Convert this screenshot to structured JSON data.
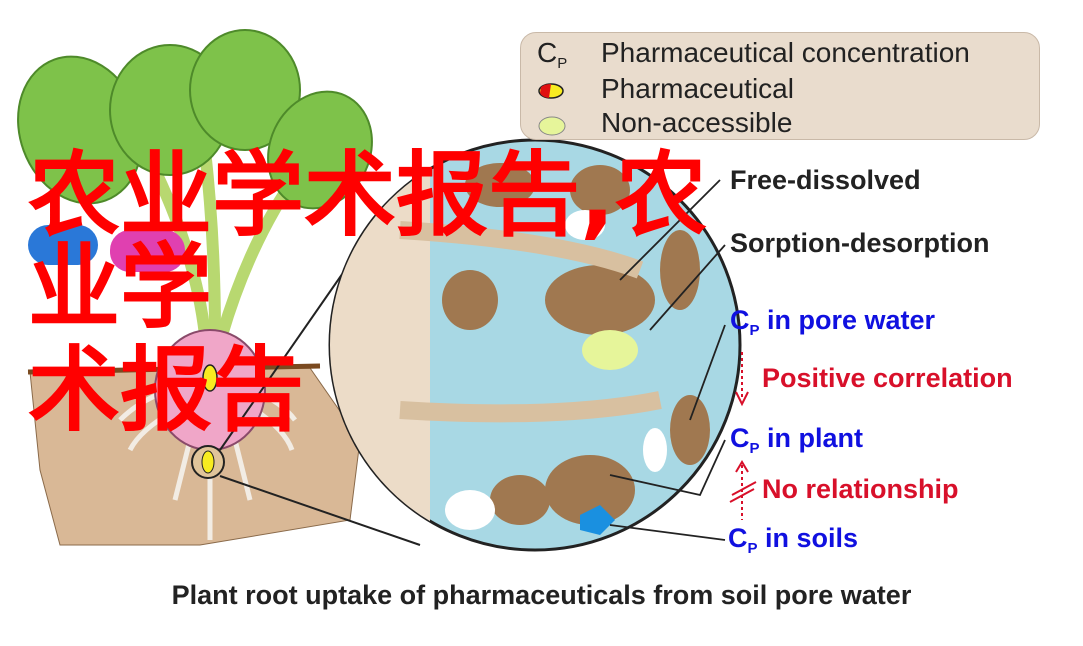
{
  "legend": {
    "items": [
      {
        "symbol": "C",
        "symbol_sub": "P",
        "label": "Pharmaceutical concentration"
      },
      {
        "symbol_icon": "pharmaceutical-capsule-icon",
        "label": "Pharmaceutical"
      },
      {
        "symbol_icon": "non-accessible-ellipse-icon",
        "label": "Non-accessible"
      }
    ]
  },
  "labels": {
    "free_dissolved": "Free-dissolved",
    "sorption_desorption": "Sorption-desorption",
    "cp_pore_water": {
      "c": "C",
      "sub": "P",
      "text": " in pore water"
    },
    "positive_correlation": "Positive correlation",
    "cp_plant": {
      "c": "C",
      "sub": "P",
      "text": " in plant"
    },
    "no_relationship": "No relationship",
    "cp_soils": {
      "c": "C",
      "sub": "P",
      "text": " in soils"
    }
  },
  "caption": "Plant root uptake of pharmaceuticals from soil pore water",
  "watermark": {
    "line1": "农业学术报告,农业学",
    "line2": "术报告"
  },
  "colors": {
    "blue": "#1010e0",
    "red": "#d8102a",
    "soil": "#d9b896",
    "pore_water": "#a8d8e4",
    "watermark": "#ff0000"
  }
}
